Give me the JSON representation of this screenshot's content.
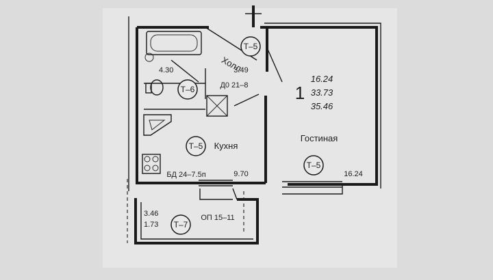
{
  "plan": {
    "apartment_number": "1",
    "total_living": "16.24",
    "total_area": "33.73",
    "total_with_loggia": "35.46"
  },
  "rooms": {
    "hall": {
      "name": "Холл",
      "area": "3.49"
    },
    "bathroom": {
      "area": "4.30"
    },
    "kitchen": {
      "name": "Кухня",
      "area": "9.70"
    },
    "living": {
      "name": "Гостиная",
      "area": "16.24"
    },
    "loggia": {
      "area_full": "3.46",
      "area_reduced": "1.73"
    }
  },
  "markers": {
    "t5_top": "Т–5",
    "t6": "Т–6",
    "t5_kitchen": "Т–5",
    "t5_living": "Т–5",
    "t7": "Т–7"
  },
  "codes": {
    "door_code": "Д0 21–8",
    "balcony_door": "БД 24–7.5п",
    "window_code": "ОП 15–11"
  },
  "colors": {
    "ink": "#1a1a1a",
    "paper": "#e9e9e9",
    "background": "#dcdcdc"
  }
}
